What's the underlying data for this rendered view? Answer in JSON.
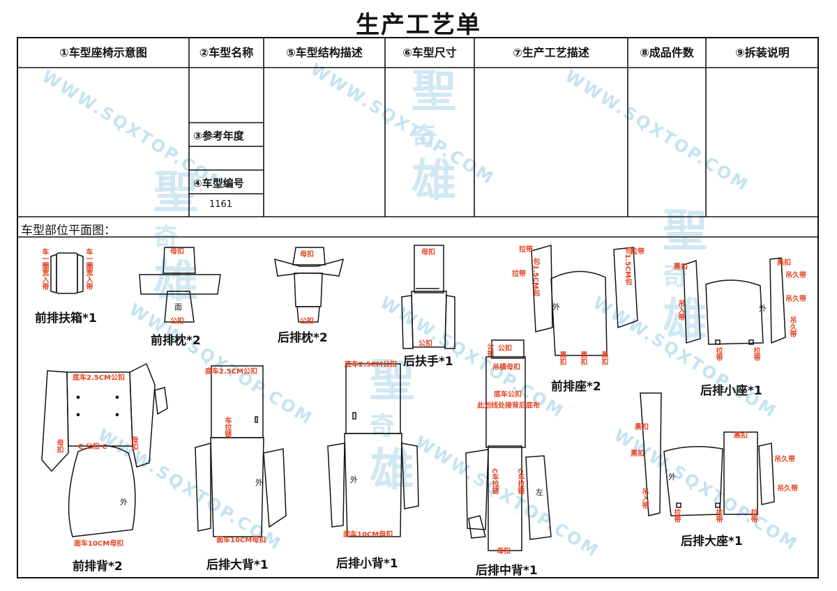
{
  "title": "生产工艺单",
  "headers": {
    "h1": "①车型座椅示意图",
    "h2": "②车型名称",
    "h5": "⑤车型结构描述",
    "h6": "⑥车型尺寸",
    "h7": "⑦生产工艺描述",
    "h8": "⑧成品件数",
    "h9": "⑨拆装说明"
  },
  "info": {
    "ref_year_label": "③参考年度",
    "model_no_label": "④车型编号",
    "model_no_value": "1161"
  },
  "section_title": "车型部位平面图：",
  "watermark": {
    "url": "WWW.SQXTOP.COM",
    "logo_1": "聖",
    "logo_2": "奇",
    "logo_3": "雄"
  },
  "parts": {
    "p1": "前排扶箱*1",
    "p2": "前排枕*2",
    "p3": "后排枕*2",
    "p4": "后扶手*1",
    "p5": "前排座*2",
    "p6": "后排小座*1",
    "p7": "前排背*2",
    "p8": "后排大背*1",
    "p9": "后排小背*1",
    "p10": "后排中背*1",
    "p11": "后排大座*1"
  },
  "annotations": {
    "car_strap": "车一圈宽入带",
    "mother_buckle": "母扣",
    "face": "面",
    "male_buckle": "公扣",
    "pull_strap": "拉带",
    "wrap_15": "包1.5CM包",
    "outer": "外",
    "left": "左",
    "black_buckle": "黑扣",
    "hang_strap": "吊久带",
    "hang_strap_v": "吊入带",
    "bottom_25_male": "底车2.5CM公扣",
    "bottom_25_mother": "底车2.5CM公扣",
    "c_male_c": "C 公扣 C",
    "bottom_10_mother": "面车10CM母扣",
    "car_pull": "车拉链",
    "hang_mother": "吊横母扣",
    "bottom_male": "底车公扣",
    "seam_note": "此划线处接背后底布",
    "c_car_zip": "C车拉链"
  }
}
